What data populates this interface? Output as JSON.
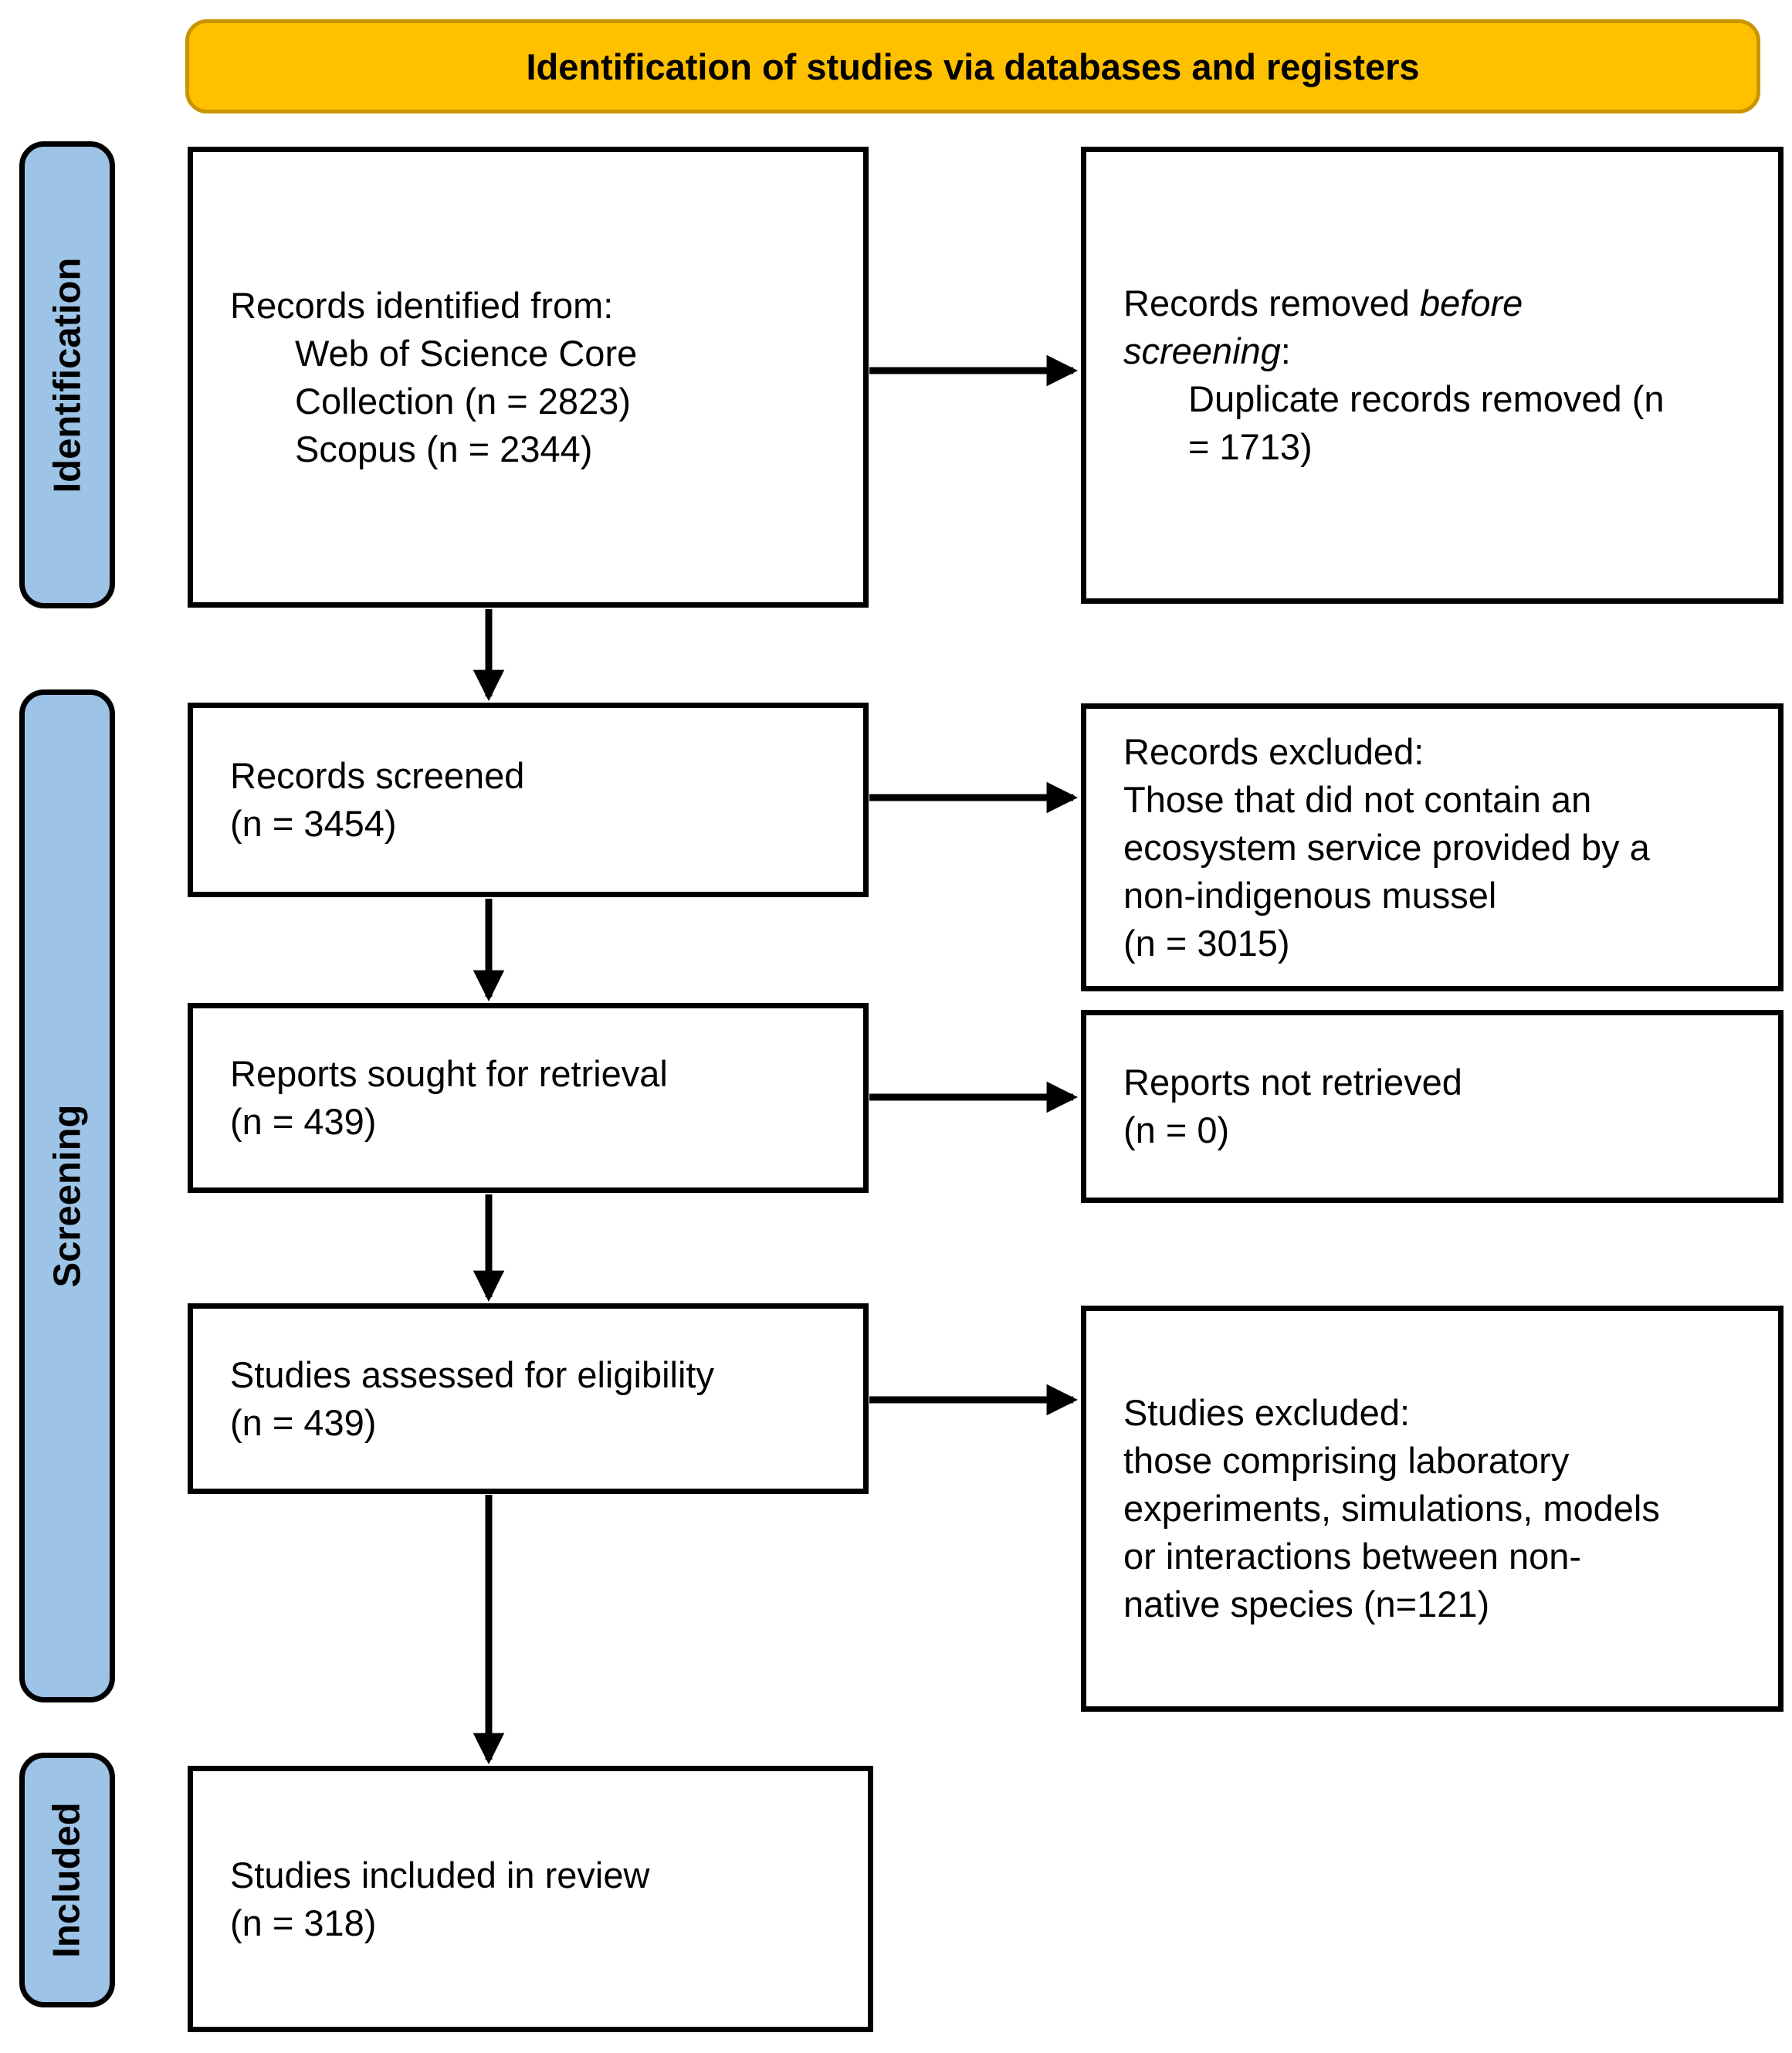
{
  "title": "Identification of studies via databases and registers",
  "colors": {
    "header-bg": "#FFC000",
    "header-border": "#C99400",
    "stage-bg": "#9DC3E6",
    "line": "#000000"
  },
  "stages": {
    "identification": "Identification",
    "screening": "Screening",
    "included": "Included"
  },
  "boxes": {
    "records_identified": {
      "lines": [
        "Records identified from:",
        "Web of Science Core",
        "Collection (n = 2823)",
        "Scopus (n = 2344)"
      ]
    },
    "records_removed": {
      "l1_text": "Records removed ",
      "l1_italic": "before",
      "l2_italic": "screening",
      "l2_text": ":",
      "lines": [
        "Duplicate records removed (n",
        "= 1713)"
      ]
    },
    "records_screened": {
      "lines": [
        "Records screened",
        "(n = 3454)"
      ]
    },
    "records_excluded": {
      "lines": [
        "Records excluded:",
        "Those that did not contain an",
        "ecosystem service provided by a",
        "non-indigenous mussel",
        "(n = 3015)"
      ]
    },
    "reports_sought": {
      "lines": [
        "Reports sought for retrieval",
        "(n = 439)"
      ]
    },
    "reports_not_retrieved": {
      "lines": [
        "Reports not retrieved",
        "(n = 0)"
      ]
    },
    "studies_assessed": {
      "lines": [
        "Studies assessed for eligibility",
        "(n = 439)"
      ]
    },
    "studies_excluded": {
      "lines": [
        "Studies excluded:",
        "those comprising laboratory",
        "experiments, simulations, models",
        "or interactions between non-",
        "native species (n=121)"
      ]
    },
    "studies_included": {
      "lines": [
        "Studies included in review",
        "(n = 318)"
      ]
    }
  }
}
